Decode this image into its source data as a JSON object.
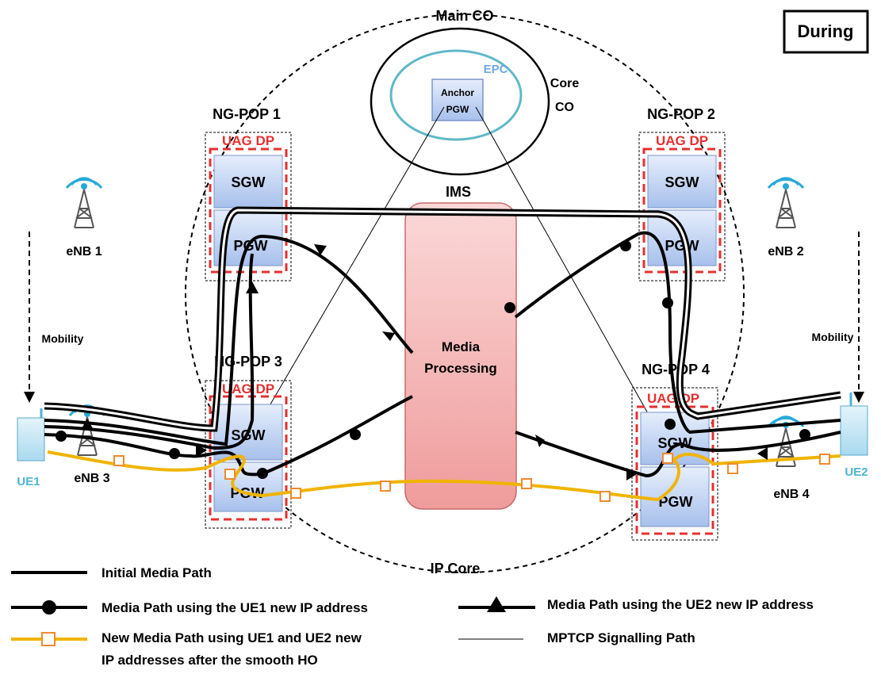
{
  "diagram": {
    "status_label": "During",
    "main_co_label": "Main CO",
    "ip_core_label": "IP Core",
    "core_co_label_line1": "Core",
    "core_co_label_line2": "CO",
    "epc_label": "EPC",
    "anchor_pgw_line1": "Anchor",
    "anchor_pgw_line2": "PGW",
    "ims_label": "IMS",
    "media_processing_line1": "Media",
    "media_processing_line2": "Processing",
    "pops": [
      {
        "name": "NG-POP 1",
        "uag": "UAG DP",
        "sgw": "SGW",
        "pgw": "PGW"
      },
      {
        "name": "NG-POP 2",
        "uag": "UAG DP",
        "sgw": "SGW",
        "pgw": "PGW"
      },
      {
        "name": "NG-POP 3",
        "uag": "UAG DP",
        "sgw": "SGW",
        "pgw": "PGW"
      },
      {
        "name": "NG-POP 4",
        "uag": "UAG DP",
        "sgw": "SGW",
        "pgw": "PGW"
      }
    ],
    "enbs": [
      "eNB 1",
      "eNB 2",
      "eNB 3",
      "eNB 4"
    ],
    "ues": [
      "UE1",
      "UE2"
    ],
    "mobility_left": "Mobility",
    "mobility_right": "Mobility"
  },
  "legend": {
    "initial": "Initial Media Path",
    "ue1_new_ip": "Media Path  using the UE1 new IP address",
    "ue2_new_ip": "Media Path  using the UE2 new IP address",
    "new_path_line1": "New Media Path using UE1 and UE2 new",
    "new_path_line2": "IP addresses after the smooth HO",
    "mptcp": "MPTCP  Signalling Path"
  },
  "colors": {
    "new_path": "#f0b400",
    "uag_dashed": "#e53030",
    "epc_ring": "#5fb8c8",
    "ims_fill": "#f2a5a5"
  }
}
